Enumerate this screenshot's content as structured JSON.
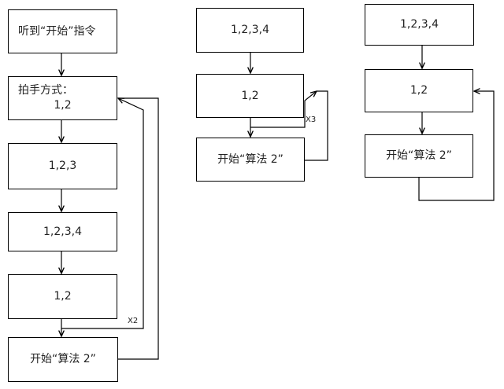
{
  "left": {
    "box1": "听到“开始”指令",
    "box2_line1": "拍手方式：",
    "box2_line2": "1,2",
    "box3": "1,2,3",
    "box4": "1,2,3,4",
    "box5": "1,2",
    "box6": "开始“算法 2”",
    "loop_label": "X2"
  },
  "middle": {
    "box1": "1,2,3,4",
    "box2": "1,2",
    "box3": "开始“算法 2”",
    "loop_label": "X3"
  },
  "right": {
    "box1": "1,2,3,4",
    "box2": "1,2",
    "box3": "开始“算法 2”"
  }
}
